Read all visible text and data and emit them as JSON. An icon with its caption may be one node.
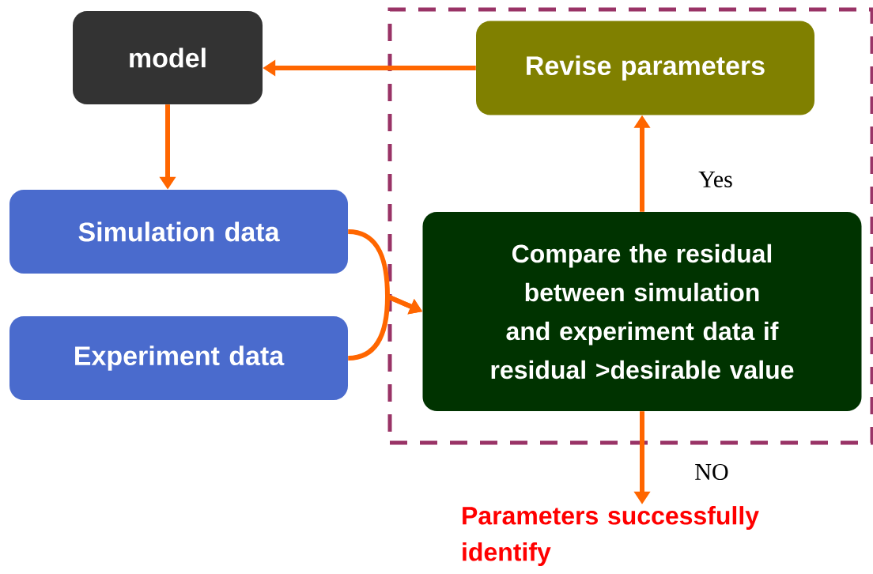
{
  "diagram": {
    "nodes": [
      {
        "text": [
          "model"
        ]
      },
      {
        "text": [],
        "shape": "box"
      },
      {
        "text": [
          "Revise parameters"
        ],
        "in": 1
      },
      {
        "text": [
          "Simulation data"
        ]
      },
      {
        "text": [
          "Experiment data"
        ]
      },
      {
        "text": [
          "Compare the residual between simulation and experiment data if residual >desirable value"
        ],
        "in": 1
      },
      {
        "text": [
          "Parameters successfully identify"
        ]
      }
    ],
    "edges": [
      {
        "from": 2,
        "to": 0,
        "arrow": "to"
      },
      {
        "from": 0,
        "to": 3,
        "arrow": "to"
      },
      {
        "from": 3,
        "to": 5,
        "arrow": "to"
      },
      {
        "from": 4,
        "to": 5,
        "arrow": "to"
      },
      {
        "from": 5,
        "to": 2,
        "arrow": "to",
        "label": "Yes"
      },
      {
        "from": 5,
        "to": 6,
        "arrow": "to",
        "label": "NO"
      }
    ]
  }
}
